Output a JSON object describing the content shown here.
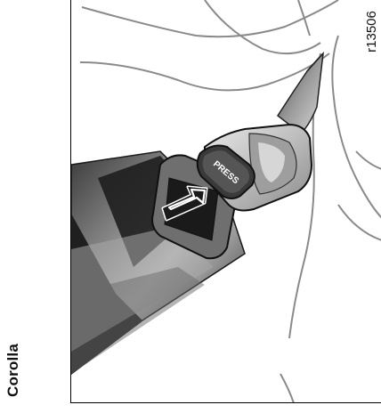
{
  "page": {
    "side_label": "Corolla"
  },
  "figure": {
    "id": "r13506",
    "buckle_label": "PRESS",
    "colors": {
      "belt_dark": "#1e1e1e",
      "belt_mid": "#7a7a7a",
      "buckle_light": "#d2d2d2",
      "line": "#8a8a8a"
    }
  }
}
